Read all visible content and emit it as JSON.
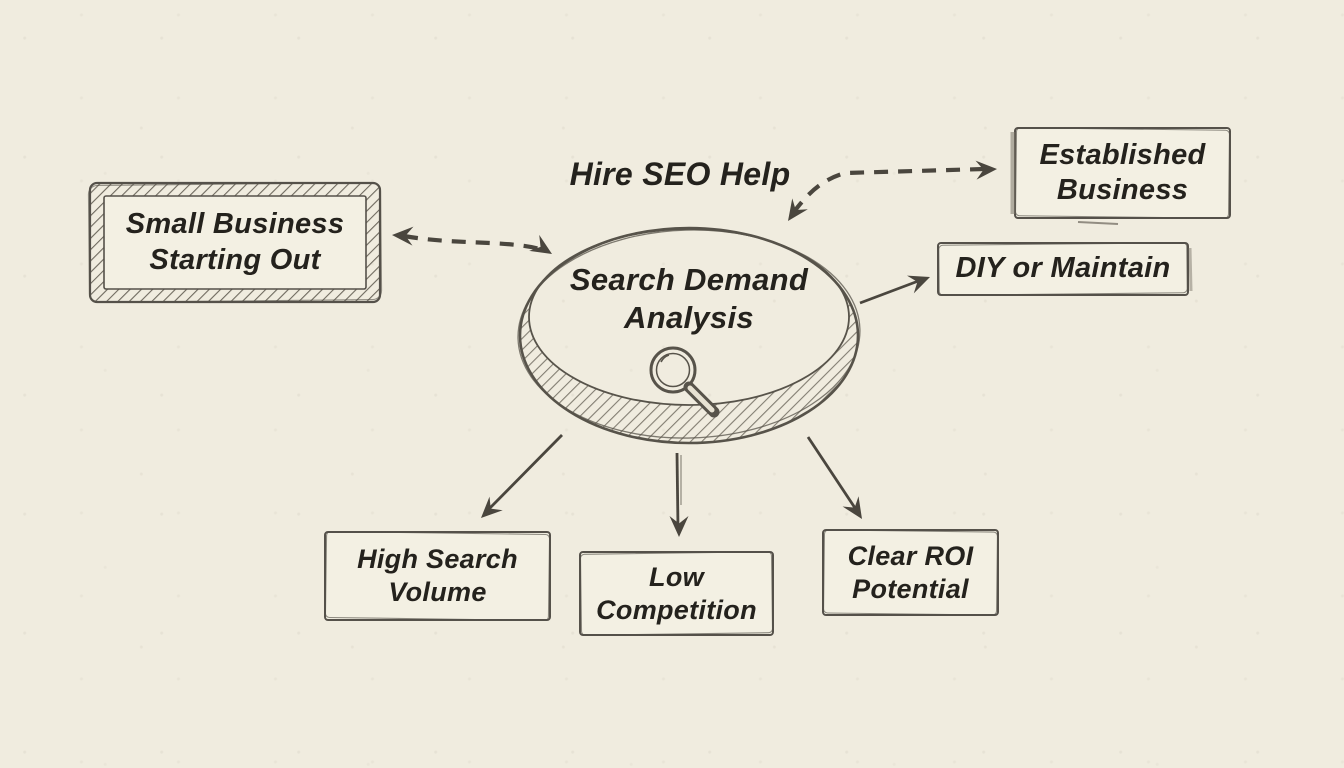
{
  "diagram": {
    "title": "Search Demand Analysis",
    "center": {
      "line1": "Search Demand",
      "line2": "Analysis",
      "icon": "magnifier-icon"
    },
    "edge_label": "Hire SEO Help",
    "nodes": {
      "small_business": {
        "line1": "Small Business",
        "line2": "Starting Out"
      },
      "established": {
        "line1": "Established",
        "line2": "Business"
      },
      "diy": {
        "label": "DIY or Maintain"
      },
      "high_search": {
        "line1": "High Search",
        "line2": "Volume"
      },
      "low_competition": {
        "line1": "Low",
        "line2": "Competition"
      },
      "clear_roi": {
        "line1": "Clear ROI",
        "line2": "Potential"
      }
    },
    "edges": {
      "center_to_small_business": {
        "style": "dashed",
        "direction": "both"
      },
      "center_to_established": {
        "style": "dashed",
        "direction": "both",
        "label": "Hire SEO Help"
      },
      "center_to_diy": {
        "style": "solid",
        "direction": "out"
      },
      "center_to_high_search": {
        "style": "solid",
        "direction": "out"
      },
      "center_to_low_competition": {
        "style": "solid",
        "direction": "out"
      },
      "center_to_clear_roi": {
        "style": "solid",
        "direction": "out"
      }
    },
    "colors": {
      "background": "#f0ecdf",
      "ink": "#514c43",
      "text": "#24221d",
      "box_fill": "#f3f0e3",
      "hatch": "#6e695e"
    }
  }
}
